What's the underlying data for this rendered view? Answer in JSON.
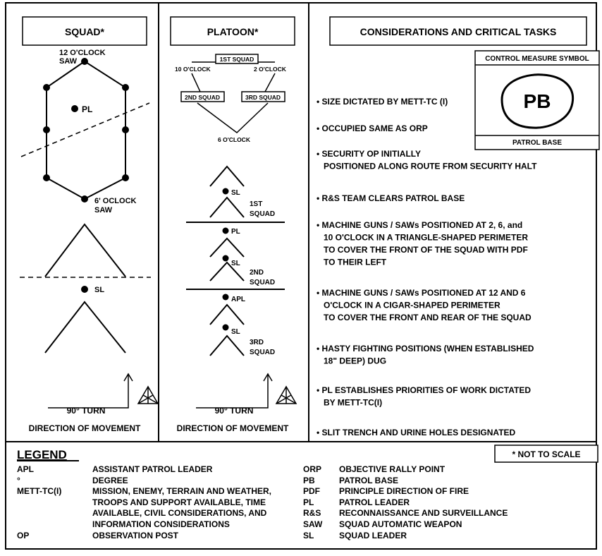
{
  "squad": {
    "header": "SQUAD*",
    "label_12": "12 O'CLOCK\nSAW",
    "label_pl": "PL",
    "label_6": "6' OCLOCK\nSAW",
    "label_sl": "SL",
    "turn": "90° TURN",
    "direction": "DIRECTION OF MOVEMENT"
  },
  "platoon": {
    "header": "PLATOON*",
    "first_squad": "1ST SQUAD",
    "ten": "10 O'CLOCK",
    "two": "2 O'CLOCK",
    "second_squad": "2ND SQUAD",
    "third_squad": "3RD SQUAD",
    "six": "6 O'CLOCK",
    "sl1": "SL",
    "sq1": "1ST\nSQUAD",
    "pl": "PL",
    "sl2": "SL",
    "sq2": "2ND\nSQUAD",
    "apl": "APL",
    "sl3": "SL",
    "sq3": "3RD\nSQUAD",
    "turn": "90° TURN",
    "direction": "DIRECTION OF MOVEMENT"
  },
  "considerations": {
    "header": "CONSIDERATIONS AND CRITICAL TASKS",
    "control_measure": {
      "title": "CONTROL MEASURE SYMBOL",
      "symbol": "PB",
      "caption": "PATROL BASE"
    },
    "items": [
      "• SIZE DICTATED BY METT-TC (I)",
      "• OCCUPIED SAME AS ORP",
      "• SECURITY OP INITIALLY\n   POSITIONED ALONG ROUTE FROM SECURITY HALT",
      "• R&S TEAM CLEARS PATROL BASE",
      "• MACHINE GUNS / SAWs POSITIONED AT 2, 6, and\n   10 O'CLOCK IN A TRIANGLE-SHAPED PERIMETER\n   TO COVER THE FRONT OF THE SQUAD WITH PDF\n   TO THEIR LEFT",
      "• MACHINE GUNS / SAWs POSITIONED AT 12 AND 6\n   O'CLOCK IN A CIGAR-SHAPED PERIMETER\n   TO COVER THE FRONT AND REAR OF THE SQUAD",
      "• HASTY FIGHTING POSITIONS (WHEN ESTABLISHED\n   18\" DEEP) DUG",
      "• PL ESTABLISHES PRIORITIES OF WORK DICTATED\n   BY METT-TC(I)",
      "• SLIT TRENCH AND URINE HOLES DESIGNATED"
    ]
  },
  "legend": {
    "title": "LEGEND",
    "note": "* NOT TO SCALE",
    "left": [
      {
        "abbr": "APL",
        "def": "ASSISTANT PATROL LEADER"
      },
      {
        "abbr": "°",
        "def": "DEGREE"
      },
      {
        "abbr": "METT-TC(I)",
        "def": "MISSION, ENEMY, TERRAIN AND WEATHER,\nTROOPS AND SUPPORT AVAILABLE, TIME\nAVAILABLE, CIVIL CONSIDERATIONS, AND\nINFORMATION CONSIDERATIONS"
      },
      {
        "abbr": "OP",
        "def": "OBSERVATION POST"
      }
    ],
    "right": [
      {
        "abbr": "ORP",
        "def": "OBJECTIVE RALLY POINT"
      },
      {
        "abbr": "PB",
        "def": "PATROL  BASE"
      },
      {
        "abbr": "PDF",
        "def": "PRINCIPLE DIRECTION OF FIRE"
      },
      {
        "abbr": "PL",
        "def": "PATROL LEADER"
      },
      {
        "abbr": "R&S",
        "def": "RECONNAISSANCE AND SURVEILLANCE"
      },
      {
        "abbr": "SAW",
        "def": "SQUAD AUTOMATIC WEAPON"
      },
      {
        "abbr": "SL",
        "def": "SQUAD LEADER"
      }
    ]
  }
}
